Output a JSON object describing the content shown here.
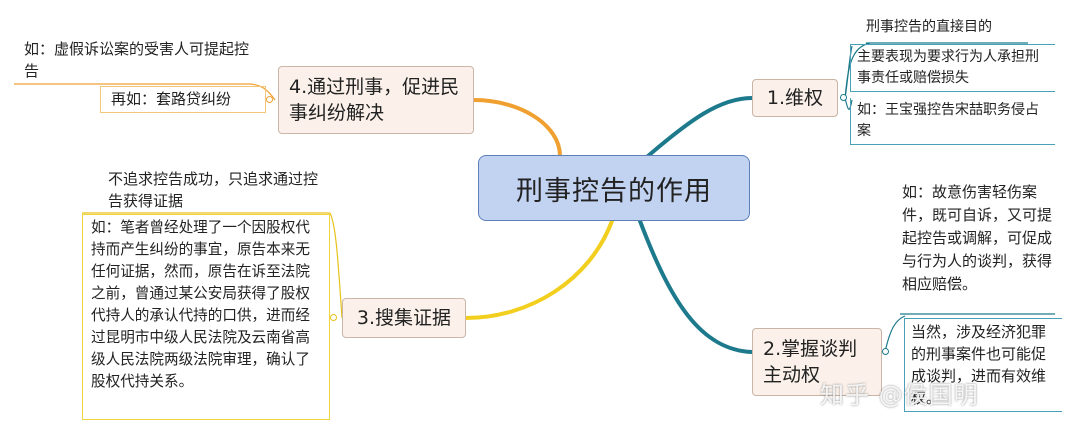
{
  "central": "刑事控告的作用",
  "colors": {
    "branch1": "#1d7a8c",
    "branch2": "#1d7a8c",
    "branch3": "#f2cf1f",
    "branch4": "#f0a030",
    "central_fill": "#c2d3f2",
    "node_fill": "#fbf1ea"
  },
  "branches": {
    "b1": {
      "label": "1.维权",
      "notes": [
        "刑事控告的直接目的",
        "主要表现为要求行为人承担刑事责任或赔偿损失",
        "如：王宝强控告宋喆职务侵占案"
      ]
    },
    "b2": {
      "label": "2.掌握谈判主动权",
      "notes": [
        "如：故意伤害轻伤案件，既可自诉，又可提起控告或调解，可促成与行为人的谈判，获得相应赔偿。",
        "当然，涉及经济犯罪的刑事案件也可能促成谈判，进而有效维权。"
      ]
    },
    "b3": {
      "label": "3.搜集证据",
      "notes": [
        "不追求控告成功，只追求通过控告获得证据",
        "如：笔者曾经处理了一个因股权代持而产生纠纷的事宜，原告本来无任何证据，然而，原告在诉至法院之前，曾通过某公安局获得了股权代持人的承认代持的口供，进而经过昆明市中级人民法院及云南省高级人民法院两级法院审理，确认了股权代持关系。"
      ]
    },
    "b4": {
      "label": "4.通过刑事，促进民事纠纷解决",
      "notes": [
        "如：虚假诉讼案的受害人可提起控告",
        "再如：套路贷纠纷"
      ]
    }
  },
  "watermark": "知乎 @侯国明"
}
